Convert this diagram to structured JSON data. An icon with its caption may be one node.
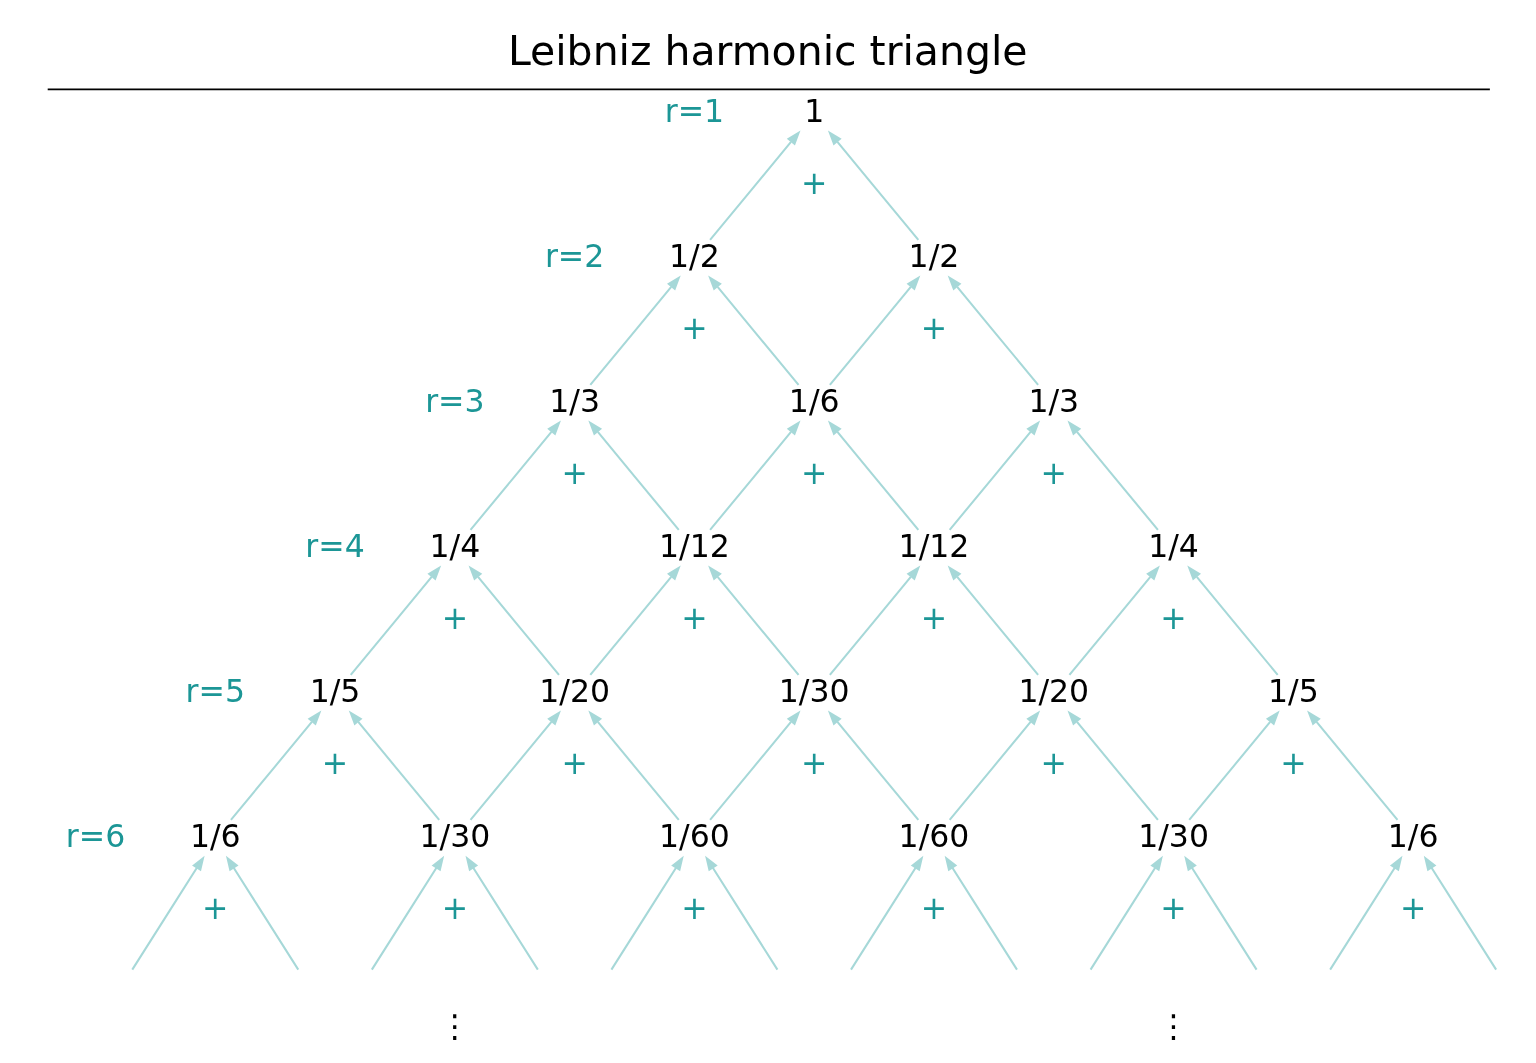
{
  "diagram": {
    "title": "Leibniz harmonic triangle",
    "nodes": [
      {
        "text": [
          "1"
        ]
      },
      {
        "text": [
          "1/2"
        ]
      },
      {
        "text": [
          "1/2"
        ]
      },
      {
        "text": [
          "1/3"
        ]
      },
      {
        "text": [
          "1/6"
        ]
      },
      {
        "text": [
          "1/3"
        ]
      },
      {
        "text": [
          "1/4"
        ]
      },
      {
        "text": [
          "1/12"
        ]
      },
      {
        "text": [
          "1/12"
        ]
      },
      {
        "text": [
          "1/4"
        ]
      },
      {
        "text": [
          "1/5"
        ]
      },
      {
        "text": [
          "1/20"
        ]
      },
      {
        "text": [
          "1/30"
        ]
      },
      {
        "text": [
          "1/20"
        ]
      },
      {
        "text": [
          "1/5"
        ]
      },
      {
        "text": [
          "1/6"
        ]
      },
      {
        "text": [
          "1/30"
        ]
      },
      {
        "text": [
          "1/60"
        ]
      },
      {
        "text": [
          "1/60"
        ]
      },
      {
        "text": [
          "1/30"
        ]
      },
      {
        "text": [
          "1/6"
        ]
      }
    ],
    "edges": [
      {
        "from": 1,
        "to": 0,
        "arrow": "to"
      },
      {
        "from": 2,
        "to": 0,
        "arrow": "to"
      },
      {
        "from": 3,
        "to": 1,
        "arrow": "to"
      },
      {
        "from": 4,
        "to": 1,
        "arrow": "to"
      },
      {
        "from": 4,
        "to": 2,
        "arrow": "to"
      },
      {
        "from": 5,
        "to": 2,
        "arrow": "to"
      },
      {
        "from": 6,
        "to": 3,
        "arrow": "to"
      },
      {
        "from": 7,
        "to": 3,
        "arrow": "to"
      },
      {
        "from": 7,
        "to": 4,
        "arrow": "to"
      },
      {
        "from": 8,
        "to": 4,
        "arrow": "to"
      },
      {
        "from": 8,
        "to": 5,
        "arrow": "to"
      },
      {
        "from": 9,
        "to": 5,
        "arrow": "to"
      },
      {
        "from": 10,
        "to": 6,
        "arrow": "to"
      },
      {
        "from": 11,
        "to": 6,
        "arrow": "to"
      },
      {
        "from": 11,
        "to": 7,
        "arrow": "to"
      },
      {
        "from": 12,
        "to": 7,
        "arrow": "to"
      },
      {
        "from": 12,
        "to": 8,
        "arrow": "to"
      },
      {
        "from": 13,
        "to": 8,
        "arrow": "to"
      },
      {
        "from": 13,
        "to": 9,
        "arrow": "to"
      },
      {
        "from": 14,
        "to": 9,
        "arrow": "to"
      },
      {
        "from": 15,
        "to": 10,
        "arrow": "to"
      },
      {
        "from": 16,
        "to": 10,
        "arrow": "to"
      },
      {
        "from": 16,
        "to": 11,
        "arrow": "to"
      },
      {
        "from": 17,
        "to": 11,
        "arrow": "to"
      },
      {
        "from": 17,
        "to": 12,
        "arrow": "to"
      },
      {
        "from": 18,
        "to": 12,
        "arrow": "to"
      },
      {
        "from": 18,
        "to": 13,
        "arrow": "to"
      },
      {
        "from": 19,
        "to": 13,
        "arrow": "to"
      },
      {
        "from": 19,
        "to": 14,
        "arrow": "to"
      },
      {
        "from": 20,
        "to": 14,
        "arrow": "to"
      },
      {
        "from": null,
        "to": 15,
        "arrow": "to"
      },
      {
        "from": null,
        "to": 15,
        "arrow": "to"
      },
      {
        "from": null,
        "to": 16,
        "arrow": "to"
      },
      {
        "from": null,
        "to": 16,
        "arrow": "to"
      },
      {
        "from": null,
        "to": 17,
        "arrow": "to"
      },
      {
        "from": null,
        "to": 17,
        "arrow": "to"
      },
      {
        "from": null,
        "to": 18,
        "arrow": "to"
      },
      {
        "from": null,
        "to": 18,
        "arrow": "to"
      },
      {
        "from": null,
        "to": 19,
        "arrow": "to"
      },
      {
        "from": null,
        "to": 19,
        "arrow": "to"
      },
      {
        "from": null,
        "to": 20,
        "arrow": "to"
      },
      {
        "from": null,
        "to": 20,
        "arrow": "to"
      }
    ],
    "labels": [
      "r=1",
      "+",
      "r=2",
      "+",
      "+",
      "r=3",
      "+",
      "+",
      "+",
      "r=4",
      "+",
      "+",
      "+",
      "+",
      "r=5",
      "+",
      "+",
      "+",
      "+",
      "+",
      "r=6",
      "+",
      "+",
      "+",
      "+",
      "+",
      "+",
      "⋮",
      "⋮"
    ]
  }
}
